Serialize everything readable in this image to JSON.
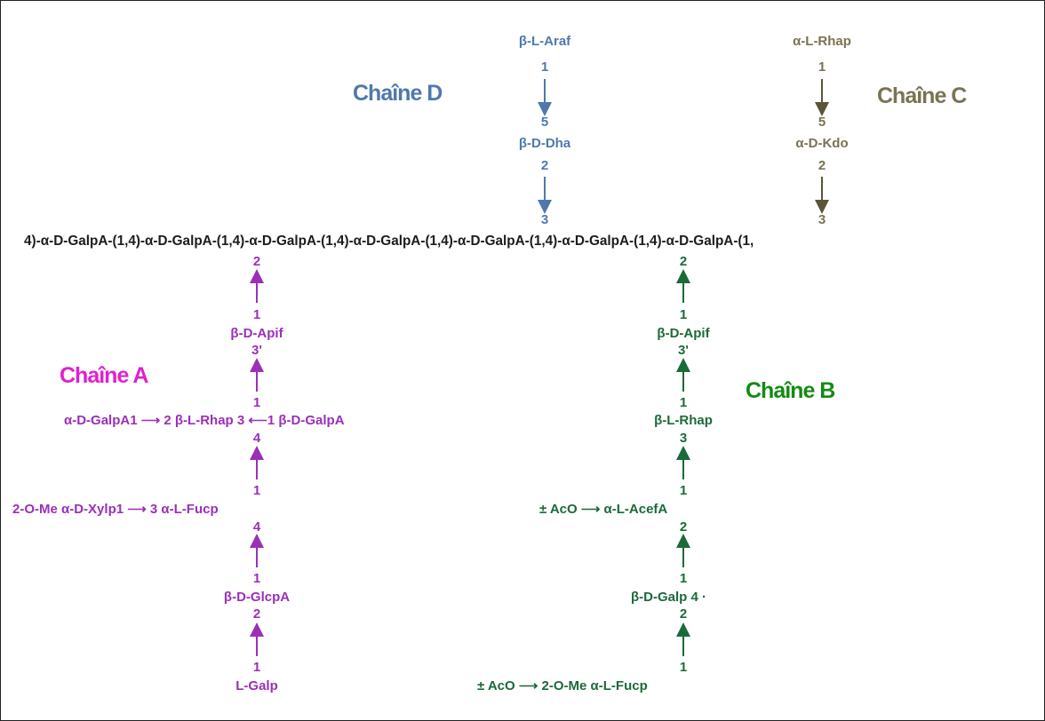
{
  "colors": {
    "chain_d": "#4f79ad",
    "chain_c": "#7a7352",
    "chain_a": "#9b2fb8",
    "chain_a_title": "#e020d0",
    "chain_b": "#1b6a3a",
    "chain_b_title": "#148a14",
    "backbone": "#1c1c1c"
  },
  "backbone": "4)-α-D-GalpA-(1,4)-α-D-GalpA-(1,4)-α-D-GalpA-(1,4)-α-D-GalpA-(1,4)-α-D-GalpA-(1,4)-α-D-GalpA-(1,4)-α-D-GalpA-(1,",
  "chain_d": {
    "title": "Chaîne D",
    "top_sugar": "β-L-Araf",
    "pos1": "1",
    "pos5": "5",
    "mid_sugar": "β-D-Dha",
    "pos2": "2",
    "pos3": "3"
  },
  "chain_c": {
    "title": "Chaîne C",
    "top_sugar": "α-L-Rhap",
    "pos1": "1",
    "pos5": "5",
    "mid_sugar": "α-D-Kdo",
    "pos2": "2",
    "pos3": "3"
  },
  "chain_a": {
    "title": "Chaîne A",
    "pos2_top": "2",
    "pos1_a": "1",
    "apif": "β-D-Apif",
    "pos3p": "3'",
    "pos1_b": "1",
    "rhap_row": "α-D-GalpA1 ⟶ 2 β-L-Rhap 3 ⟵1 β-D-GalpA",
    "pos4_a": "4",
    "pos1_c": "1",
    "fucp_row": "2-O-Me α-D-Xylp1 ⟶ 3 α-L-Fucp",
    "pos4_b": "4",
    "pos1_d": "1",
    "glcpa": "β-D-GlcpA",
    "pos2_b": "2",
    "pos1_e": "1",
    "galp": "L-Galp"
  },
  "chain_b": {
    "title": "Chaîne B",
    "pos2_top": "2",
    "pos1_a": "1",
    "apif": "β-D-Apif",
    "pos3p": "3'",
    "pos1_b": "1",
    "rhap": "β-L-Rhap",
    "pos3": "3",
    "pos1_c": "1",
    "acefa_row": "± AcO ⟶ α-L-AcefA",
    "pos2_a": "2",
    "pos1_d": "1",
    "galp_row": "β-D-Galp 4 ·",
    "pos2_b": "2",
    "pos1_e": "1",
    "fucp_row": "± AcO ⟶ 2-O-Me α-L-Fucp"
  }
}
